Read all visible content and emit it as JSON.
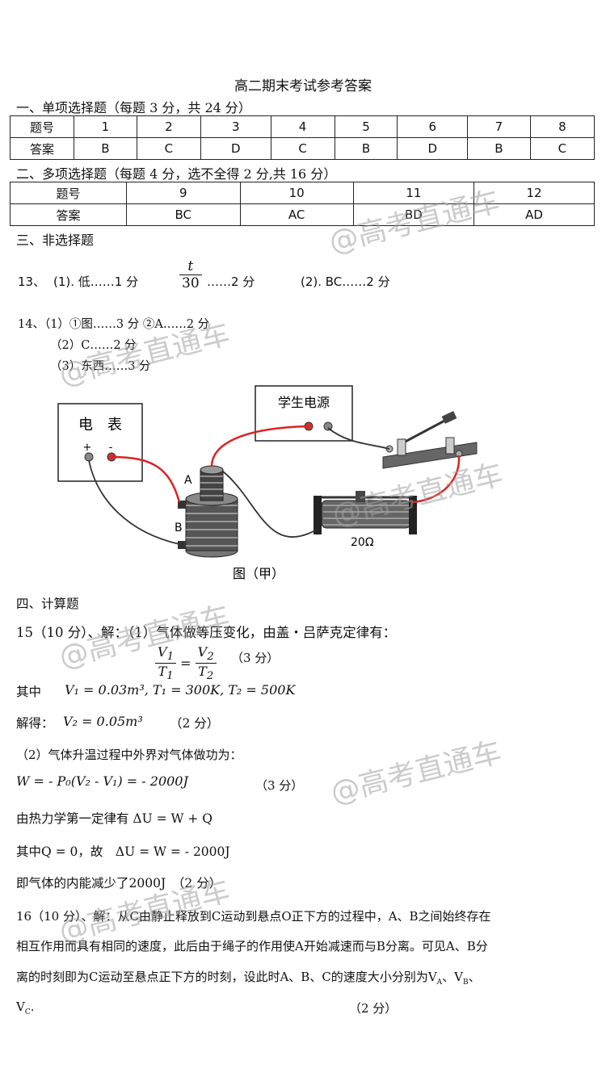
{
  "title": "高二期末考试参考答案",
  "section1": {
    "heading": "一、单项选择题（每题 3 分，共 24 分）",
    "row_label_q": "题号",
    "row_label_a": "答案",
    "questions": [
      "1",
      "2",
      "3",
      "4",
      "5",
      "6",
      "7",
      "8"
    ],
    "answers": [
      "B",
      "C",
      "D",
      "C",
      "B",
      "D",
      "B",
      "C"
    ]
  },
  "section2": {
    "heading": "二、多项选择题（每题 4 分，选不全得 2 分,共 16 分）",
    "row_label_q": "题号",
    "row_label_a": "答案",
    "questions": [
      "9",
      "10",
      "11",
      "12"
    ],
    "answers": [
      "BC",
      "AC",
      "BD",
      "AD"
    ]
  },
  "section3": {
    "heading": "三、非选择题",
    "q13": {
      "num": "13、",
      "p1": "(1). 低……1 分",
      "frac_num": "t",
      "frac_den": "30",
      "p2": "……2 分",
      "p3": "(2). BC……2 分"
    },
    "q14": {
      "line1": "14、（1）①图……3 分 ②A……2 分",
      "line2": "（2）C……2 分",
      "line3": "（3）东西……3 分"
    }
  },
  "figure": {
    "meter_label": "电　表",
    "plus": "+",
    "minus": "-",
    "power_label": "学生电源",
    "label_a": "A",
    "label_b": "B",
    "resistor": "20Ω",
    "caption": "图（甲）"
  },
  "section4": {
    "heading": "四、计算题",
    "q15_head": "15（10 分）、解：（1）气体做等压变化，由盖・吕萨克定律有：",
    "q15_eq_score": "（3 分）",
    "q15_given_prefix": "其中",
    "q15_given": "V₁ = 0.03m³, T₁ = 300K, T₂ = 500K",
    "q15_solve_prefix": "解得：",
    "q15_solve": "V₂ = 0.05m³",
    "q15_solve_score": "（2 分）",
    "q15_p2": "（2）气体升温过程中外界对气体做功为：",
    "q15_work": "W = - P₀(V₂ - V₁) = - 2000J",
    "q15_work_score": "（3 分）",
    "q15_first_law": "由热力学第一定律有 ΔU = W + Q",
    "q15_q0": "其中Q = 0，故　ΔU = W = - 2000J",
    "q15_result": "即气体的内能减少了2000J　（2 分）",
    "q16_l1": "16（10 分）、解：从C由静止释放到C运动到悬点O正下方的过程中，A、B之间始终存在",
    "q16_l2": "相互作用而具有相同的速度，此后由于绳子的作用使A开始减速而与B分离。可见A、B分",
    "q16_l3": "离的时刻即为C运动至悬点正下方的时刻，设此时A、B、C的速度大小分别为V",
    "q16_l3_subs": [
      "A",
      "B"
    ],
    "q16_l4": "V",
    "q16_l4_sub": "C",
    "q16_l4_score": "（2 分）"
  },
  "watermark": "@高考直通车"
}
